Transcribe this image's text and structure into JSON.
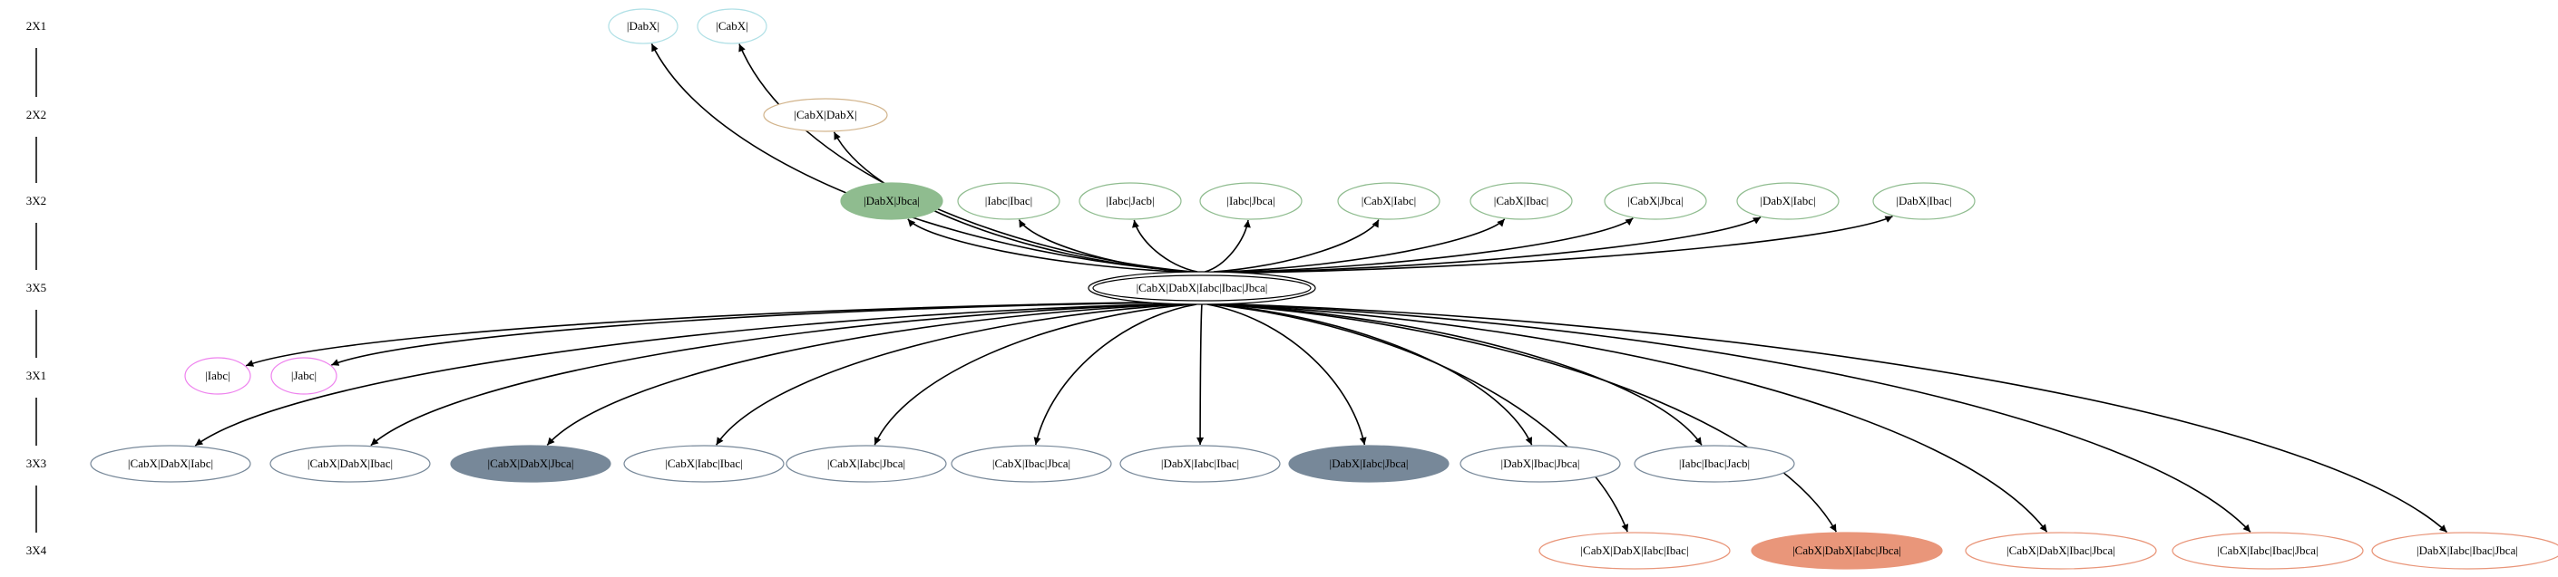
{
  "ranks": [
    "2X1",
    "2X2",
    "3X2",
    "3X5",
    "3X1",
    "3X3",
    "3X4"
  ],
  "colors": {
    "2X1": "#b0e0e6",
    "2X2": "#d2b48c",
    "3X2": "#8fbc8f",
    "3X5": "#000000",
    "3X1": "#ee82ee",
    "3X3": "#778899",
    "3X4": "#e9967a",
    "edge": "#000000"
  },
  "center": {
    "label": "|CabX|DabX|Iabc|Ibac|Jbca|",
    "rank": "3X5"
  },
  "rows": [
    {
      "rank": "2X1",
      "nodes": [
        {
          "label": "|DabX|"
        },
        {
          "label": "|CabX|"
        }
      ]
    },
    {
      "rank": "2X2",
      "nodes": [
        {
          "label": "|CabX|DabX|"
        }
      ]
    },
    {
      "rank": "3X2",
      "nodes": [
        {
          "label": "|DabX|Jbca|",
          "filled": true
        },
        {
          "label": "|Iabc|Ibac|"
        },
        {
          "label": "|Iabc|Jacb|"
        },
        {
          "label": "|Iabc|Jbca|"
        },
        {
          "label": "|CabX|Iabc|"
        },
        {
          "label": "|CabX|Ibac|"
        },
        {
          "label": "|CabX|Jbca|"
        },
        {
          "label": "|DabX|Iabc|"
        },
        {
          "label": "|DabX|Ibac|"
        }
      ]
    },
    {
      "rank": "3X1",
      "nodes": [
        {
          "label": "|Iabc|"
        },
        {
          "label": "|Jabc|"
        }
      ]
    },
    {
      "rank": "3X3",
      "nodes": [
        {
          "label": "|CabX|DabX|Iabc|"
        },
        {
          "label": "|CabX|DabX|Ibac|"
        },
        {
          "label": "|CabX|DabX|Jbca|",
          "filled": true
        },
        {
          "label": "|CabX|Iabc|Ibac|"
        },
        {
          "label": "|CabX|Iabc|Jbca|"
        },
        {
          "label": "|CabX|Ibac|Jbca|"
        },
        {
          "label": "|DabX|Iabc|Ibac|"
        },
        {
          "label": "|DabX|Iabc|Jbca|",
          "filled": true
        },
        {
          "label": "|DabX|Ibac|Jbca|"
        },
        {
          "label": "|Iabc|Ibac|Jacb|"
        }
      ]
    },
    {
      "rank": "3X4",
      "nodes": [
        {
          "label": "|CabX|DabX|Iabc|Ibac|"
        },
        {
          "label": "|CabX|DabX|Iabc|Jbca|",
          "filled": true
        },
        {
          "label": "|CabX|DabX|Ibac|Jbca|"
        },
        {
          "label": "|CabX|Iabc|Ibac|Jbca|"
        },
        {
          "label": "|DabX|Iabc|Ibac|Jbca|"
        }
      ]
    }
  ]
}
